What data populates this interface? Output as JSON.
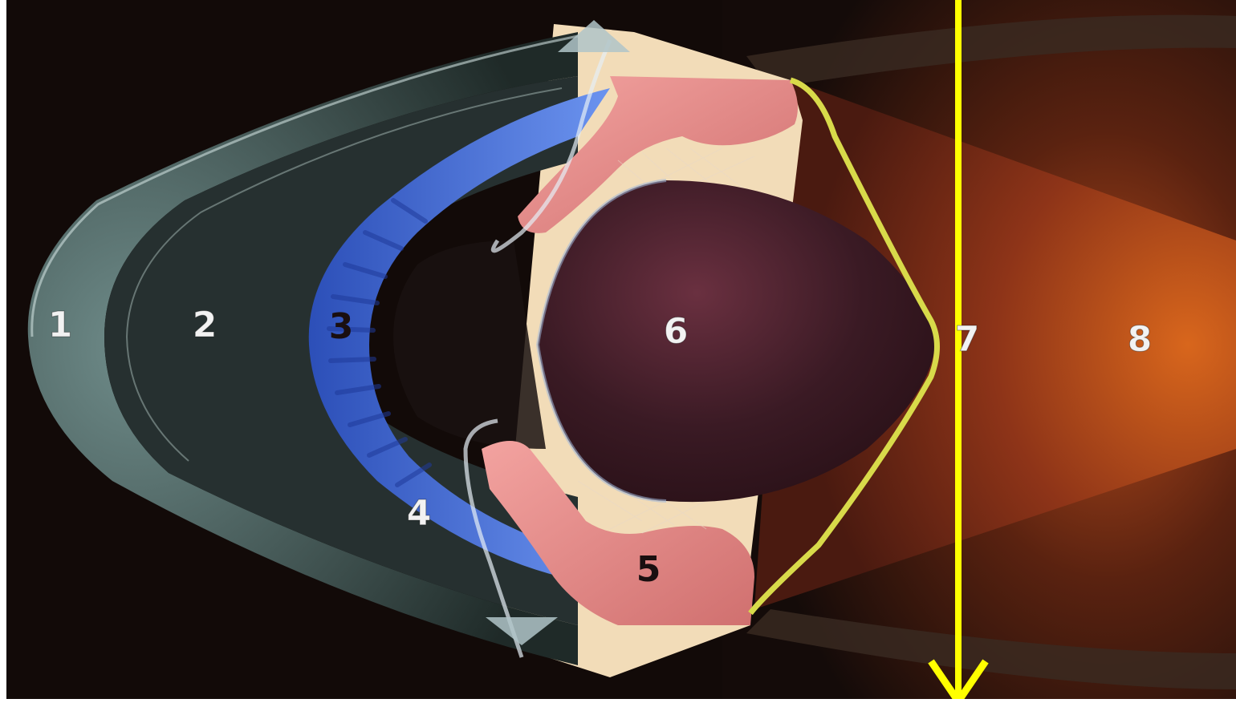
{
  "diagram": {
    "labels": {
      "l1": "1",
      "l2": "2",
      "l3": "3",
      "l4": "4",
      "l5": "5",
      "l6": "6",
      "l7": "7",
      "l8": "8"
    },
    "colors": {
      "background": "#150c0a",
      "cornea": "#5f7a78",
      "anterior_chamber": "#2a3230",
      "iris": "#3f6fd8",
      "ciliary_body": "#e98a8a",
      "lens": "#3a1c24",
      "vitreous": "#8a3a1e",
      "retina_highlight": "#e0e24a",
      "marker": "#ffff00",
      "sclera_band": "#f2dcb8"
    }
  }
}
